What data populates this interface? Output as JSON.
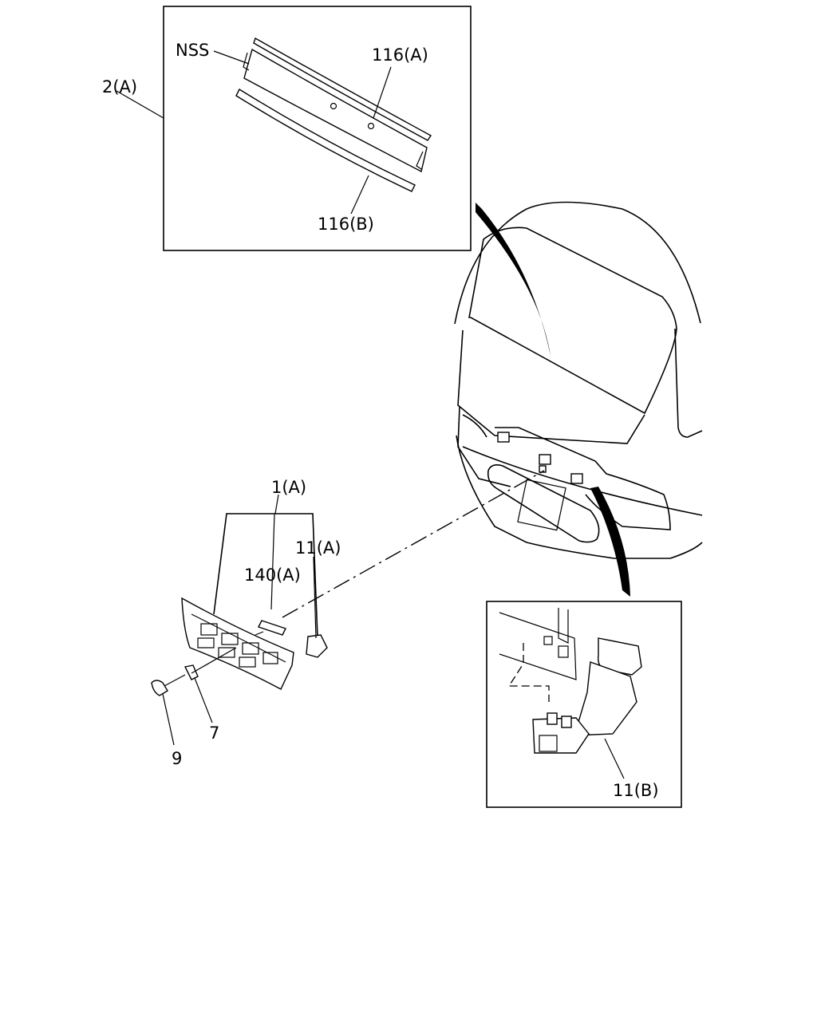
{
  "callouts": {
    "assembly_2a": "2(A)",
    "nss": "NSS",
    "mould_116a": "116(A)",
    "mould_116b": "116(B)",
    "grille_1a": "1(A)",
    "clip_11a": "11(A)",
    "emblem_140a": "140(A)",
    "clip_7": "7",
    "screw_9": "9",
    "clip_11b": "11(B)"
  }
}
